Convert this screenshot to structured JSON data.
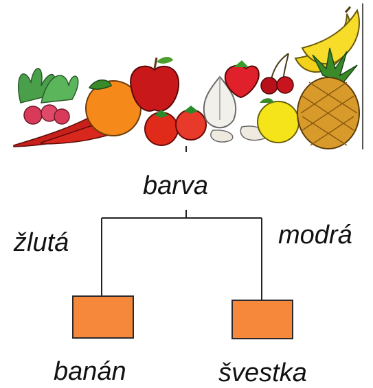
{
  "clipart": {
    "items": [
      "radishes",
      "chili-peppers",
      "orange",
      "apple",
      "tomatoes",
      "garlic",
      "strawberry",
      "cherries",
      "lemon",
      "banana",
      "pineapple"
    ]
  },
  "tree": {
    "root": "barva",
    "left_edge": "žlutá",
    "right_edge": "modrá",
    "left_leaf": "banán",
    "right_leaf": "švestka",
    "leaf_color": "#f5883a"
  }
}
